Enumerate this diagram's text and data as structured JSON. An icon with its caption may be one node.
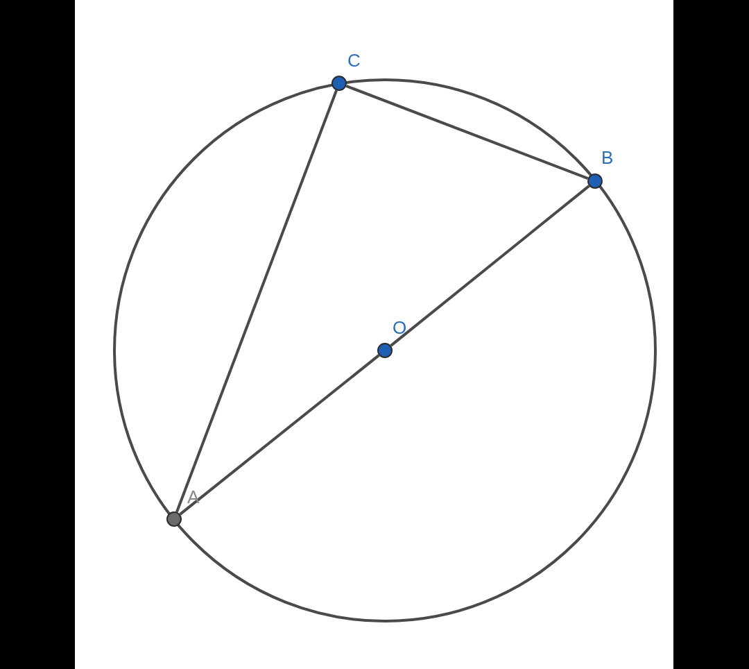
{
  "diagram": {
    "nodes": [
      {
        "text": [],
        "shape": "circle",
        "beside": [
          "C"
        ]
      },
      {
        "text": [],
        "shape": "circle",
        "beside": [
          "B"
        ]
      },
      {
        "text": [],
        "shape": "circle",
        "beside": [
          "O"
        ]
      },
      {
        "text": [],
        "shape": "circle",
        "beside": [
          "A"
        ]
      }
    ],
    "edges": [
      {
        "from": 3,
        "to": 0,
        "arrow": "none"
      },
      {
        "from": 0,
        "to": 1,
        "arrow": "none"
      },
      {
        "from": 3,
        "to": 2,
        "arrow": "none"
      },
      {
        "from": 2,
        "to": 1,
        "arrow": "none"
      }
    ]
  }
}
